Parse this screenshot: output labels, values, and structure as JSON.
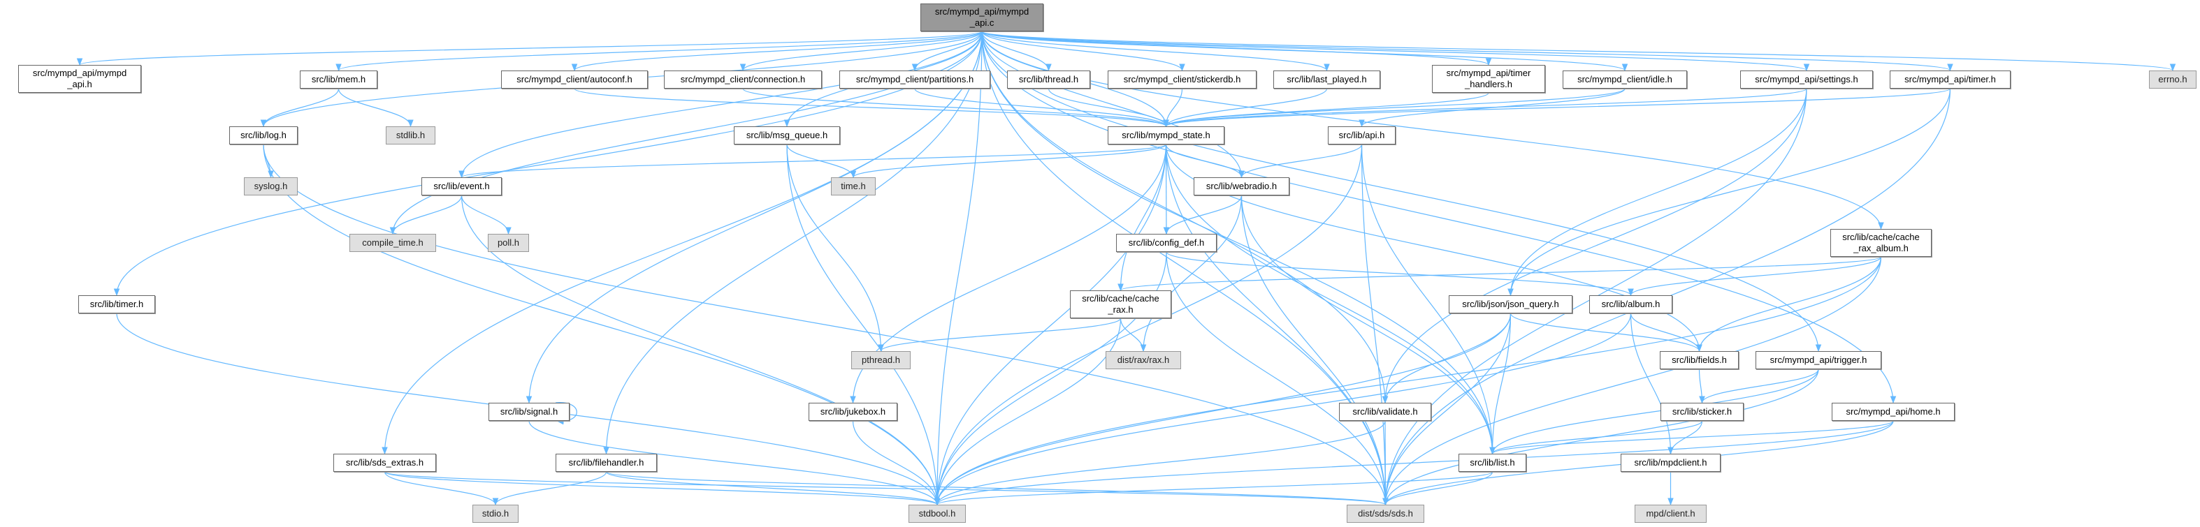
{
  "title": "src/mympd_api/mympd_api.c",
  "colors": {
    "edge": "#63b8ff",
    "root_fill": "#999999",
    "external_fill": "#e0e0e0",
    "node_border": "#666666"
  },
  "nodes": {
    "root": {
      "lines": [
        "src/mympd_api/mympd",
        "_api.c"
      ],
      "kind": "root"
    },
    "mympd_api_h": {
      "lines": [
        "src/mympd_api/mympd",
        "_api.h"
      ],
      "kind": "file"
    },
    "mem": {
      "lines": [
        "src/lib/mem.h"
      ],
      "kind": "file"
    },
    "autoconf": {
      "lines": [
        "src/mympd_client/autoconf.h"
      ],
      "kind": "file"
    },
    "connection": {
      "lines": [
        "src/mympd_client/connection.h"
      ],
      "kind": "file"
    },
    "partitions": {
      "lines": [
        "src/mympd_client/partitions.h"
      ],
      "kind": "file"
    },
    "thread": {
      "lines": [
        "src/lib/thread.h"
      ],
      "kind": "file"
    },
    "stickerdb": {
      "lines": [
        "src/mympd_client/stickerdb.h"
      ],
      "kind": "file"
    },
    "last_played": {
      "lines": [
        "src/lib/last_played.h"
      ],
      "kind": "file"
    },
    "timer_handlers": {
      "lines": [
        "src/mympd_api/timer",
        "_handlers.h"
      ],
      "kind": "file"
    },
    "idle": {
      "lines": [
        "src/mympd_client/idle.h"
      ],
      "kind": "file"
    },
    "settings": {
      "lines": [
        "src/mympd_api/settings.h"
      ],
      "kind": "file"
    },
    "api_timer": {
      "lines": [
        "src/mympd_api/timer.h"
      ],
      "kind": "file"
    },
    "errno": {
      "lines": [
        "errno.h"
      ],
      "kind": "external"
    },
    "log": {
      "lines": [
        "src/lib/log.h"
      ],
      "kind": "file"
    },
    "stdlib": {
      "lines": [
        "stdlib.h"
      ],
      "kind": "external"
    },
    "msg_queue": {
      "lines": [
        "src/lib/msg_queue.h"
      ],
      "kind": "file"
    },
    "mympd_state": {
      "lines": [
        "src/lib/mympd_state.h"
      ],
      "kind": "file"
    },
    "api": {
      "lines": [
        "src/lib/api.h"
      ],
      "kind": "file"
    },
    "syslog": {
      "lines": [
        "syslog.h"
      ],
      "kind": "external"
    },
    "event": {
      "lines": [
        "src/lib/event.h"
      ],
      "kind": "file"
    },
    "time": {
      "lines": [
        "time.h"
      ],
      "kind": "external"
    },
    "webradio": {
      "lines": [
        "src/lib/webradio.h"
      ],
      "kind": "file"
    },
    "compile_time": {
      "lines": [
        "compile_time.h"
      ],
      "kind": "external"
    },
    "poll": {
      "lines": [
        "poll.h"
      ],
      "kind": "external"
    },
    "config_def": {
      "lines": [
        "src/lib/config_def.h"
      ],
      "kind": "file"
    },
    "cache_rax_album": {
      "lines": [
        "src/lib/cache/cache",
        "_rax_album.h"
      ],
      "kind": "file"
    },
    "lib_timer": {
      "lines": [
        "src/lib/timer.h"
      ],
      "kind": "file"
    },
    "cache_rax": {
      "lines": [
        "src/lib/cache/cache",
        "_rax.h"
      ],
      "kind": "file"
    },
    "json_query": {
      "lines": [
        "src/lib/json/json_query.h"
      ],
      "kind": "file"
    },
    "album": {
      "lines": [
        "src/lib/album.h"
      ],
      "kind": "file"
    },
    "pthread": {
      "lines": [
        "pthread.h"
      ],
      "kind": "external"
    },
    "rax": {
      "lines": [
        "dist/rax/rax.h"
      ],
      "kind": "external"
    },
    "fields": {
      "lines": [
        "src/lib/fields.h"
      ],
      "kind": "file"
    },
    "trigger": {
      "lines": [
        "src/mympd_api/trigger.h"
      ],
      "kind": "file"
    },
    "signal": {
      "lines": [
        "src/lib/signal.h"
      ],
      "kind": "file"
    },
    "jukebox": {
      "lines": [
        "src/lib/jukebox.h"
      ],
      "kind": "file"
    },
    "validate": {
      "lines": [
        "src/lib/validate.h"
      ],
      "kind": "file"
    },
    "sticker": {
      "lines": [
        "src/lib/sticker.h"
      ],
      "kind": "file"
    },
    "home": {
      "lines": [
        "src/mympd_api/home.h"
      ],
      "kind": "file"
    },
    "sds_extras": {
      "lines": [
        "src/lib/sds_extras.h"
      ],
      "kind": "file"
    },
    "filehandler": {
      "lines": [
        "src/lib/filehandler.h"
      ],
      "kind": "file"
    },
    "list": {
      "lines": [
        "src/lib/list.h"
      ],
      "kind": "file"
    },
    "mpdclient": {
      "lines": [
        "src/lib/mpdclient.h"
      ],
      "kind": "file"
    },
    "stdio": {
      "lines": [
        "stdio.h"
      ],
      "kind": "external"
    },
    "stdbool": {
      "lines": [
        "stdbool.h"
      ],
      "kind": "external"
    },
    "sds": {
      "lines": [
        "dist/sds/sds.h"
      ],
      "kind": "external"
    },
    "mpd_client": {
      "lines": [
        "mpd/client.h"
      ],
      "kind": "external"
    }
  },
  "edges": [
    [
      "root",
      "mympd_api_h"
    ],
    [
      "root",
      "mem"
    ],
    [
      "root",
      "log"
    ],
    [
      "root",
      "event"
    ],
    [
      "root",
      "compile_time"
    ],
    [
      "root",
      "lib_timer"
    ],
    [
      "root",
      "sds_extras"
    ],
    [
      "root",
      "signal"
    ],
    [
      "root",
      "filehandler"
    ],
    [
      "root",
      "msg_queue"
    ],
    [
      "root",
      "autoconf"
    ],
    [
      "root",
      "connection"
    ],
    [
      "root",
      "partitions"
    ],
    [
      "root",
      "thread"
    ],
    [
      "root",
      "stickerdb"
    ],
    [
      "root",
      "last_played"
    ],
    [
      "root",
      "timer_handlers"
    ],
    [
      "root",
      "idle"
    ],
    [
      "root",
      "settings"
    ],
    [
      "root",
      "api_timer"
    ],
    [
      "root",
      "errno"
    ],
    [
      "root",
      "mympd_state"
    ],
    [
      "root",
      "webradio"
    ],
    [
      "root",
      "cache_rax_album"
    ],
    [
      "root",
      "trigger"
    ],
    [
      "root",
      "home"
    ],
    [
      "root",
      "validate"
    ],
    [
      "root",
      "list"
    ],
    [
      "root",
      "sds"
    ],
    [
      "root",
      "stdbool"
    ],
    [
      "mem",
      "log"
    ],
    [
      "mem",
      "stdlib"
    ],
    [
      "log",
      "syslog"
    ],
    [
      "log",
      "stdbool"
    ],
    [
      "log",
      "sds"
    ],
    [
      "event",
      "compile_time"
    ],
    [
      "event",
      "poll"
    ],
    [
      "event",
      "stdbool"
    ],
    [
      "autoconf",
      "mympd_state"
    ],
    [
      "connection",
      "mympd_state"
    ],
    [
      "partitions",
      "mympd_state"
    ],
    [
      "thread",
      "mympd_state"
    ],
    [
      "stickerdb",
      "mympd_state"
    ],
    [
      "last_played",
      "mympd_state"
    ],
    [
      "timer_handlers",
      "mympd_state"
    ],
    [
      "idle",
      "mympd_state"
    ],
    [
      "idle",
      "api"
    ],
    [
      "settings",
      "mympd_state"
    ],
    [
      "settings",
      "json_query"
    ],
    [
      "settings",
      "validate"
    ],
    [
      "settings",
      "sds"
    ],
    [
      "api_timer",
      "mympd_state"
    ],
    [
      "api_timer",
      "json_query"
    ],
    [
      "api_timer",
      "sds"
    ],
    [
      "msg_queue",
      "time"
    ],
    [
      "msg_queue",
      "pthread"
    ],
    [
      "msg_queue",
      "stdbool"
    ],
    [
      "mympd_state",
      "event"
    ],
    [
      "mympd_state",
      "time"
    ],
    [
      "mympd_state",
      "webradio"
    ],
    [
      "mympd_state",
      "config_def"
    ],
    [
      "mympd_state",
      "cache_rax"
    ],
    [
      "mympd_state",
      "jukebox"
    ],
    [
      "mympd_state",
      "stdbool"
    ],
    [
      "mympd_state",
      "sds"
    ],
    [
      "mympd_state",
      "list"
    ],
    [
      "mympd_state",
      "fields"
    ],
    [
      "api",
      "webradio"
    ],
    [
      "api",
      "stdbool"
    ],
    [
      "api",
      "sds"
    ],
    [
      "api",
      "list"
    ],
    [
      "webradio",
      "config_def"
    ],
    [
      "webradio",
      "rax"
    ],
    [
      "webradio",
      "sds"
    ],
    [
      "webradio",
      "list"
    ],
    [
      "config_def",
      "album"
    ],
    [
      "config_def",
      "stdbool"
    ],
    [
      "config_def",
      "sds"
    ],
    [
      "cache_rax",
      "pthread"
    ],
    [
      "cache_rax",
      "rax"
    ],
    [
      "cache_rax",
      "stdbool"
    ],
    [
      "cache_rax_album",
      "cache_rax"
    ],
    [
      "cache_rax_album",
      "album"
    ],
    [
      "cache_rax_album",
      "fields"
    ],
    [
      "cache_rax_album",
      "stdbool"
    ],
    [
      "cache_rax_album",
      "sds"
    ],
    [
      "json_query",
      "validate"
    ],
    [
      "json_query",
      "list"
    ],
    [
      "json_query",
      "fields"
    ],
    [
      "json_query",
      "stdbool"
    ],
    [
      "json_query",
      "sds"
    ],
    [
      "album",
      "fields"
    ],
    [
      "album",
      "mpdclient"
    ],
    [
      "album",
      "stdbool"
    ],
    [
      "fields",
      "sticker"
    ],
    [
      "sticker",
      "list"
    ],
    [
      "sticker",
      "mpdclient"
    ],
    [
      "trigger",
      "sticker"
    ],
    [
      "trigger",
      "list"
    ],
    [
      "trigger",
      "sds"
    ],
    [
      "home",
      "list"
    ],
    [
      "home",
      "sds"
    ],
    [
      "home",
      "stdbool"
    ],
    [
      "validate",
      "stdbool"
    ],
    [
      "validate",
      "sds"
    ],
    [
      "list",
      "stdbool"
    ],
    [
      "list",
      "sds"
    ],
    [
      "mpdclient",
      "mpd_client"
    ],
    [
      "jukebox",
      "stdbool"
    ],
    [
      "signal",
      "signal"
    ],
    [
      "signal",
      "stdbool"
    ],
    [
      "sds_extras",
      "stdio"
    ],
    [
      "sds_extras",
      "stdbool"
    ],
    [
      "sds_extras",
      "sds"
    ],
    [
      "filehandler",
      "stdio"
    ],
    [
      "filehandler",
      "stdbool"
    ],
    [
      "filehandler",
      "sds"
    ],
    [
      "lib_timer",
      "stdbool"
    ]
  ]
}
